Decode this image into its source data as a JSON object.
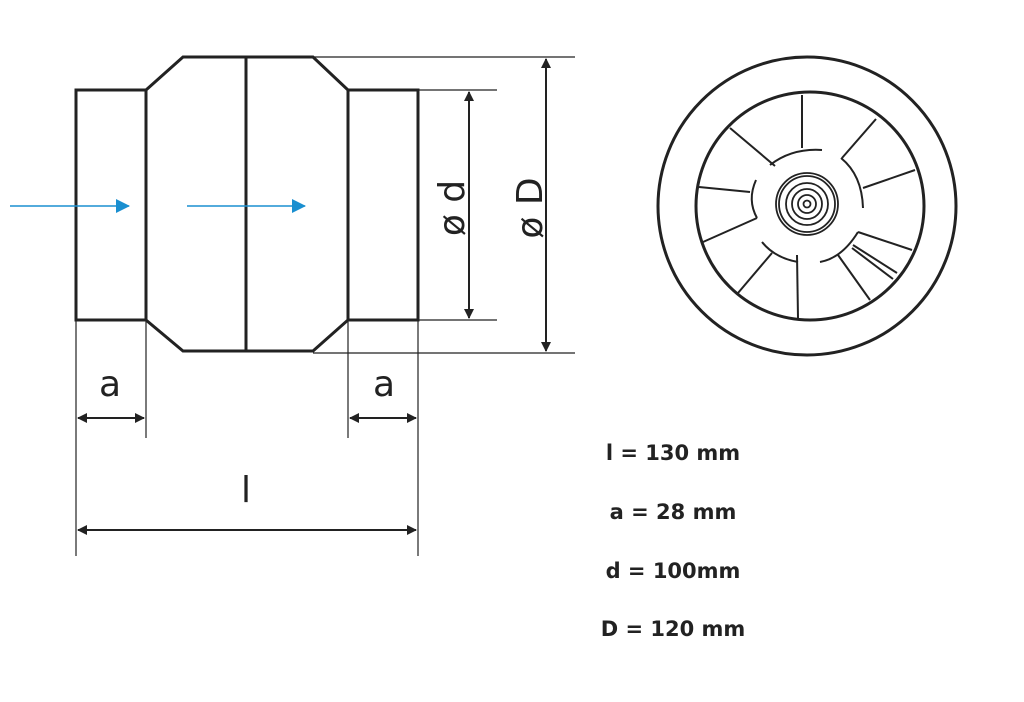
{
  "diagram": {
    "labels": {
      "a_left": "a",
      "a_right": "a",
      "length": "l",
      "inner_diameter": "ø d",
      "outer_diameter": "ø D"
    },
    "specs": [
      {
        "text": "l = 130 mm"
      },
      {
        "text": "a = 28 mm"
      },
      {
        "text": "d = 100mm"
      },
      {
        "text": "D = 120 mm"
      }
    ],
    "colors": {
      "line": "#222222",
      "flow_arrow": "#1a8fd0"
    }
  }
}
